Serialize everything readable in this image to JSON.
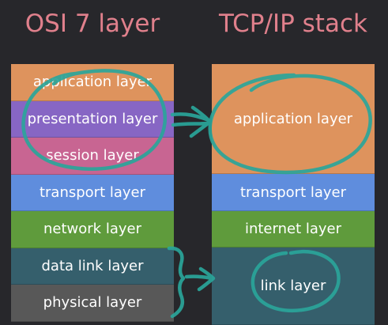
{
  "osi": {
    "title": "OSI 7 layer",
    "layers": [
      {
        "label": "application layer",
        "color": "#de935d"
      },
      {
        "label": "presentation layer",
        "color": "#8766c4"
      },
      {
        "label": "session layer",
        "color": "#c86592"
      },
      {
        "label": "transport layer",
        "color": "#5f8ddd"
      },
      {
        "label": "network layer",
        "color": "#5f9b3c"
      },
      {
        "label": "data link layer",
        "color": "#355f6c"
      },
      {
        "label": "physical layer",
        "color": "#585858"
      }
    ]
  },
  "tcpip": {
    "title": "TCP/IP stack",
    "layers": [
      {
        "label": "application layer",
        "color": "#de935d"
      },
      {
        "label": "transport layer",
        "color": "#5f8ddd"
      },
      {
        "label": "internet layer",
        "color": "#5f9b3c"
      },
      {
        "label": "link layer",
        "color": "#355f6c"
      }
    ]
  },
  "annotation": {
    "ink_color": "#2aa59a"
  }
}
